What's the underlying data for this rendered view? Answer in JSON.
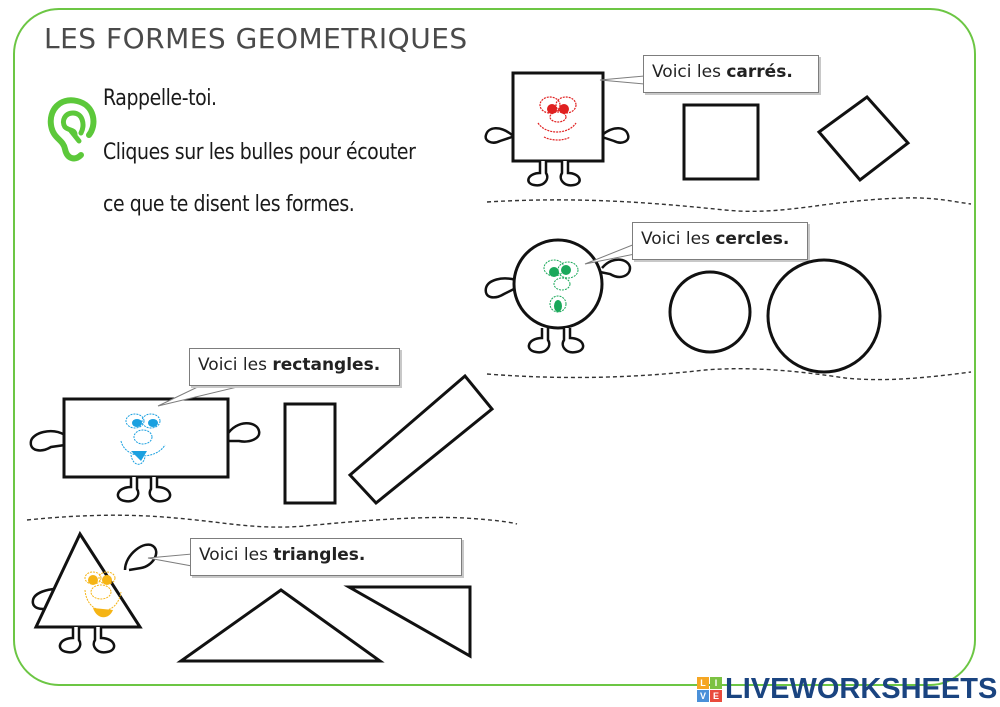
{
  "worksheet": {
    "title": "LES FORMES GEOMETRIQUES",
    "instructions": {
      "icon": "ear-icon",
      "lines": [
        "Rappelle-toi.",
        "Cliques sur les bulles pour écouter",
        "ce que te disent les formes."
      ]
    },
    "sections": [
      {
        "id": "squares",
        "bubble_prefix": "Voici les ",
        "bubble_bold": "carrés.",
        "character_color": "#e02020",
        "shapes": [
          "square",
          "rotated-square"
        ]
      },
      {
        "id": "circles",
        "bubble_prefix": "Voici les ",
        "bubble_bold": "cercles.",
        "character_color": "#1aa85a",
        "shapes": [
          "small-circle",
          "large-circle"
        ]
      },
      {
        "id": "rectangles",
        "bubble_prefix": "Voici les ",
        "bubble_bold": "rectangles.",
        "character_color": "#1aa0e0",
        "shapes": [
          "vertical-rectangle",
          "rotated-rectangle"
        ]
      },
      {
        "id": "triangles",
        "bubble_prefix": "Voici les ",
        "bubble_bold": "triangles.",
        "character_color": "#f5b415",
        "shapes": [
          "isosceles-triangle",
          "right-triangle"
        ]
      }
    ]
  },
  "colors": {
    "frame": "#6cc644",
    "ear": "#5cc83a",
    "logo_text": "#1a4480"
  },
  "footer": {
    "logo_text": "LIVEWORKSHEETS",
    "logo_letters": [
      "L",
      "I",
      "V",
      "E"
    ],
    "logo_letter_colors": [
      "#f5a623",
      "#7cc242",
      "#4a90d9",
      "#e94b3c"
    ]
  }
}
